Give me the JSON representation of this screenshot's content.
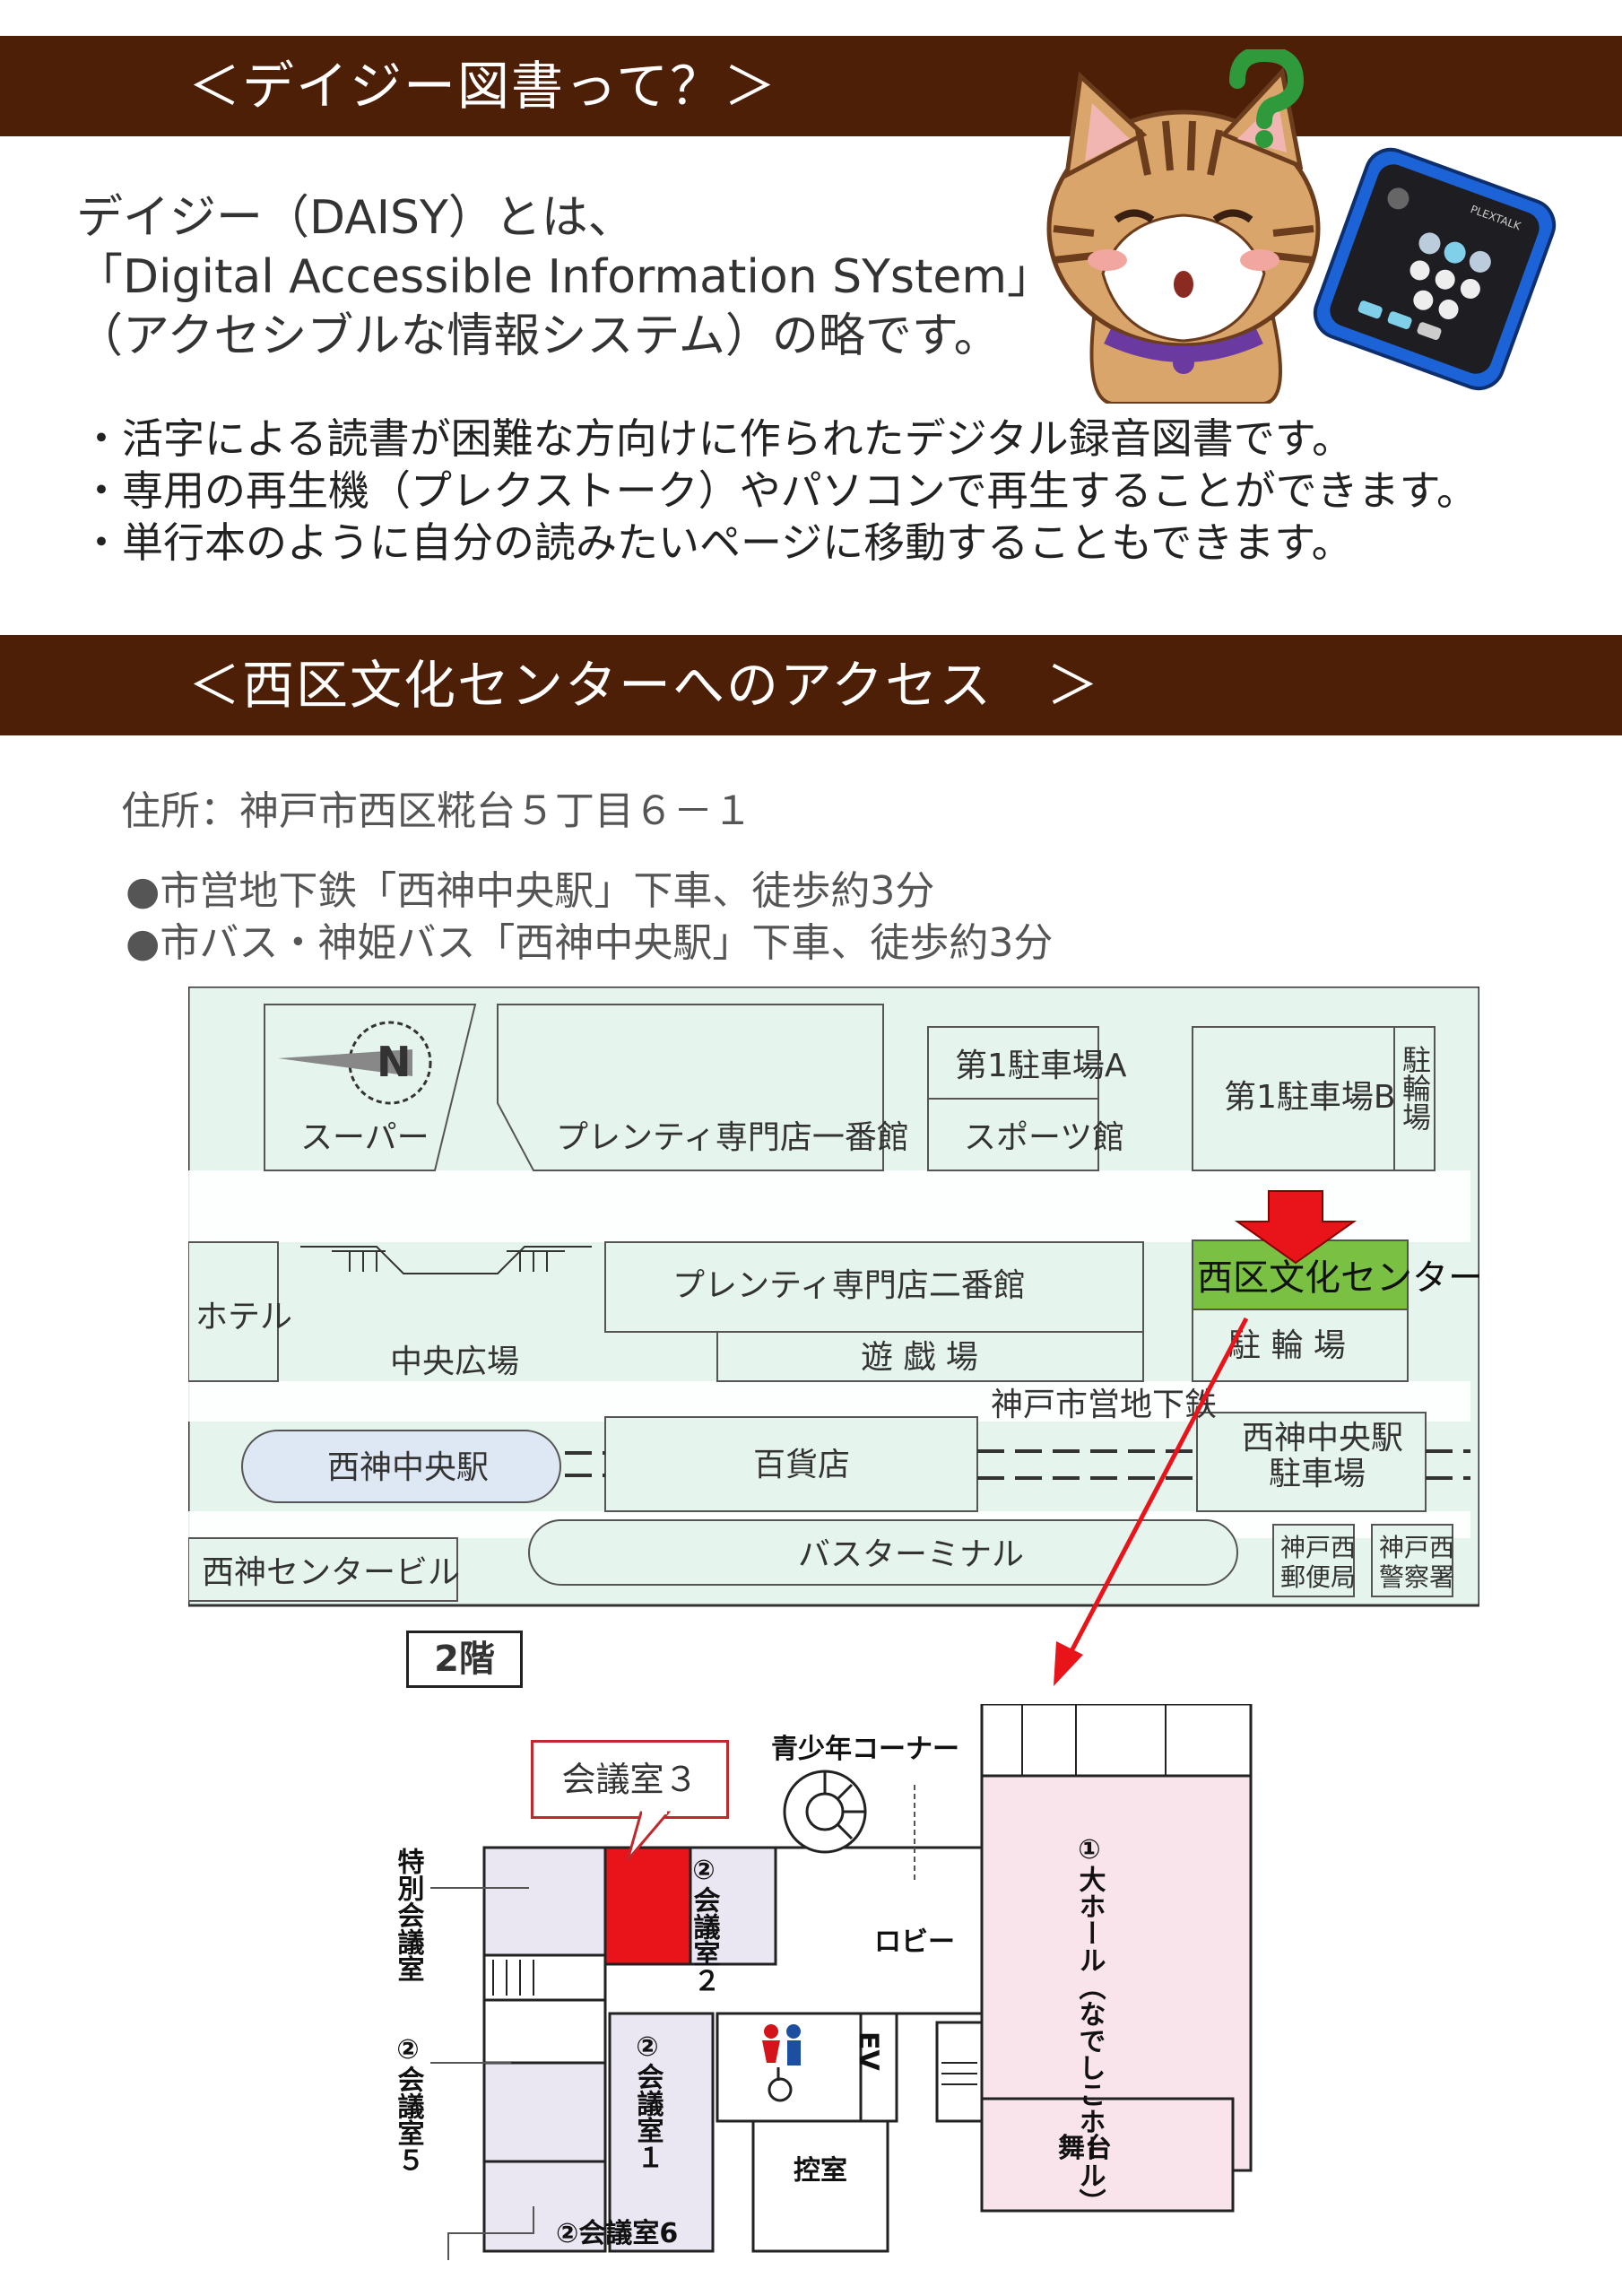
{
  "section1": {
    "heading": "＜デイジー図書って？＞",
    "intro_lines": [
      "デイジー（DAISY）とは、",
      "「Digital Accessible Information SYstem」",
      "（アクセシブルな情報システム）の略です。"
    ],
    "bullets": [
      "・活字による読書が困難な方向けに作られたデジタル録音図書です。",
      "・専用の再生機（プレクストーク）やパソコンで再生することができます。",
      "・単行本のように自分の読みたいページに移動することもできます。"
    ],
    "device_brand": "PLEXTALK"
  },
  "section2": {
    "heading": "＜西区文化センターへのアクセス　＞",
    "address": "住所：神戸市西区糀台５丁目６－１",
    "routes": [
      "●市営地下鉄「西神中央駅」下車、徒歩約3分",
      "●市バス・神姫バス「西神中央駅」下車、徒歩約3分"
    ]
  },
  "area_map": {
    "labels": {
      "supermarket": "スーパー",
      "plenty1": "プレンティ専門店一番館",
      "parking_a": "第1駐車場A",
      "sports": "スポーツ館",
      "parking_b": "第1駐車場B",
      "bicycle_lot_v": "駐輪場",
      "hotel": "ホテル",
      "plaza": "中央広場",
      "plenty2": "プレンティ専門店二番館",
      "arcade": "遊 戯 場",
      "culture_center": "西区文化センター",
      "bicycle_lot": "駐 輪 場",
      "subway": "神戸市営地下鉄",
      "station": "西神中央駅",
      "dept_store": "百貨店",
      "station_parking_1": "西神中央駅",
      "station_parking_2": "駐車場",
      "center_bldg": "西神センタービル",
      "bus_terminal": "バスターミナル",
      "post_office_1": "神戸西",
      "post_office_2": "郵便局",
      "police_1": "神戸西",
      "police_2": "警察署",
      "north": "N"
    }
  },
  "floor_map": {
    "floor": "2階",
    "callout": "会議室３",
    "labels": {
      "youth_corner": "青少年コーナー",
      "special_room": "特別会議室",
      "room2": "②会議室２",
      "lobby": "ロビー",
      "hall": "①大ホール（なでしこホール）",
      "room5": "②会議室５",
      "room1": "②会議室１",
      "ev": "EV",
      "waiting": "控室",
      "stage": "舞台",
      "room6": "②会議室6"
    }
  },
  "colors": {
    "band": "#4e1f07",
    "map_green": "#e6f4ee",
    "highlight_green": "#79c043",
    "highlight_red": "#e8141a",
    "hall_pink": "#f8e4ea",
    "room_lavender": "#eae6f2"
  }
}
